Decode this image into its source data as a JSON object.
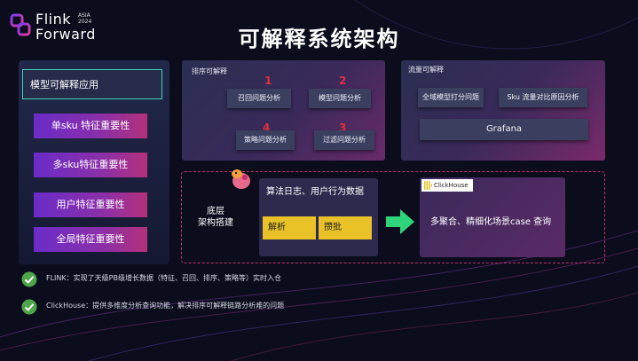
{
  "logo": {
    "line1": "Flink",
    "line2": "Forward",
    "tag_line1": "ASIA",
    "tag_line2": "2024"
  },
  "title": "可解释系统架构",
  "left": {
    "app_label": "模型可解释应用",
    "features": [
      "单sku 特征重要性",
      "多sku特征重要性",
      "用户特征重要性",
      "全局特征重要性"
    ]
  },
  "ranking": {
    "label": "排序可解释",
    "items": [
      {
        "num": "1",
        "label": "召回问题分析"
      },
      {
        "num": "2",
        "label": "模型问题分析"
      },
      {
        "num": "4",
        "label": "策略问题分析"
      },
      {
        "num": "3",
        "label": "过滤问题分析"
      }
    ]
  },
  "traffic": {
    "label": "流量可解释",
    "items": [
      "全域模型打分问题",
      "Sku 流量对比原因分析",
      "Grafana"
    ]
  },
  "architecture": {
    "base_label_line1": "底层",
    "base_label_line2": "架构搭建",
    "data_title": "算法日志、用户行为数据",
    "parse_label": "解析",
    "batch_label": "攒批",
    "clickhouse_logo": "ClickHouse",
    "query_label": "多聚合、精细化场景case 查询"
  },
  "notes": [
    "FLINK：实现了天级PB级增长数据（特征、召回、排序、策略等）实时入仓",
    "ClickHouse：提供多维度分析查询功能，解决排序可解释链路分析难的问题"
  ],
  "colors": {
    "background": "#0b0d1c",
    "accent_teal": "#3fd2b8",
    "feature_gradient_start": "#6a2cc8",
    "feature_gradient_end": "#b3307a",
    "number_red": "#e0303a",
    "yellow": "#e8c227",
    "arrow_green": "#2ed47a",
    "check_green": "#4ea64a",
    "dashed_border": "#c0306a"
  },
  "icons": {
    "logo": "flink-forward-logo",
    "arrow": "right-arrow-icon",
    "check": "check-circle-icon",
    "flink_squirrel": "flink-squirrel-icon",
    "clickhouse": "clickhouse-logo"
  }
}
